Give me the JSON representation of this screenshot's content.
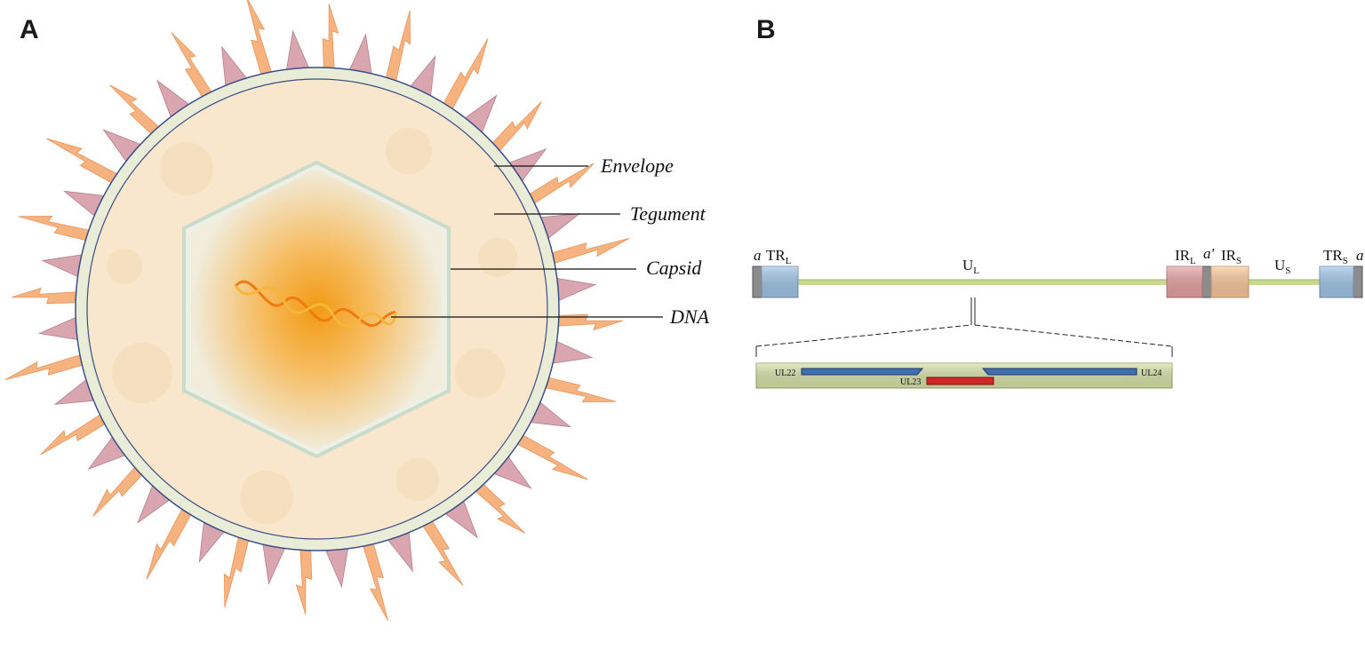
{
  "panels": {
    "a": "A",
    "b": "B"
  },
  "virion": {
    "labels": {
      "envelope": "Envelope",
      "tegument": "Tegument",
      "capsid": "Capsid",
      "dna": "DNA"
    },
    "colors": {
      "spike": "#f6b27f",
      "glycoprotein": "#d9a6b0",
      "envelope_fill": "#e9ecd6",
      "envelope_edge": "#3c4f86",
      "tegument": "#f8e6cd",
      "core": "#f4a11a"
    }
  },
  "genome": {
    "segments": [
      {
        "name": "a",
        "italic": true
      },
      {
        "name": "TR",
        "sub": "L"
      },
      {
        "name": "U",
        "sub": "L"
      },
      {
        "name": "IR",
        "sub": "L"
      },
      {
        "name": "a'",
        "italic": true
      },
      {
        "name": "IR",
        "sub": "S"
      },
      {
        "name": "U",
        "sub": "S"
      },
      {
        "name": "TR",
        "sub": "S"
      },
      {
        "name": "a",
        "italic": true
      }
    ],
    "genes": [
      "UL22",
      "UL23",
      "UL24"
    ],
    "colors": {
      "trl": "#9fc3e6",
      "irl": "#e4a0a0",
      "irs": "#f9c69a",
      "trs": "#9fc3e6",
      "line": "#c6d98f",
      "a_seq": "#8c8c8c",
      "inset": "#d6e2a8",
      "gene_blue": "#3f6fb0",
      "gene_red": "#d0282a"
    }
  }
}
